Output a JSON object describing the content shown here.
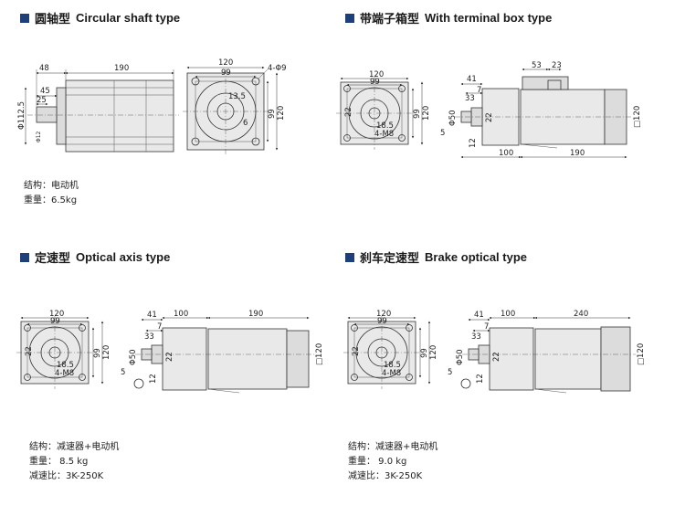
{
  "sections": {
    "circular": {
      "title_cn": "圆轴型",
      "title_en": "Circular shaft type"
    },
    "terminal": {
      "title_cn": "带端子箱型",
      "title_en": "With terminal box type"
    },
    "optical": {
      "title_cn": "定速型",
      "title_en": "Optical axis type"
    },
    "brake": {
      "title_cn": "刹车定速型",
      "title_en": "Brake optical type"
    }
  },
  "info": {
    "circular": {
      "structure": "结构：电动机",
      "weight": "重量：6.5kg"
    },
    "optical": {
      "structure": "结构：减速器+电动机",
      "weight": "重量：  8.5 kg",
      "ratio": "减速比：3K-250K"
    },
    "brake": {
      "structure": "结构：减速器+电动机",
      "weight": "重量：  9.0 kg",
      "ratio": "减速比：3K-250K"
    }
  },
  "dims": {
    "d48": "48",
    "d190": "190",
    "d45": "45",
    "d25": "25",
    "d112": "Φ112.5",
    "dshaft": "Φ12",
    "d120": "120",
    "d99": "99",
    "d4phi9": "4-Φ9",
    "d135": "13.5",
    "d6": "6",
    "d41": "41",
    "d33": "33",
    "d7": "7",
    "d53": "53",
    "d23": "23",
    "d22": "22",
    "d185": "18.5",
    "d4m8": "4-M8",
    "d50": "Φ50",
    "d5": "5",
    "d100": "100",
    "d240": "240",
    "d12": "12",
    "d120sq": "□120"
  }
}
